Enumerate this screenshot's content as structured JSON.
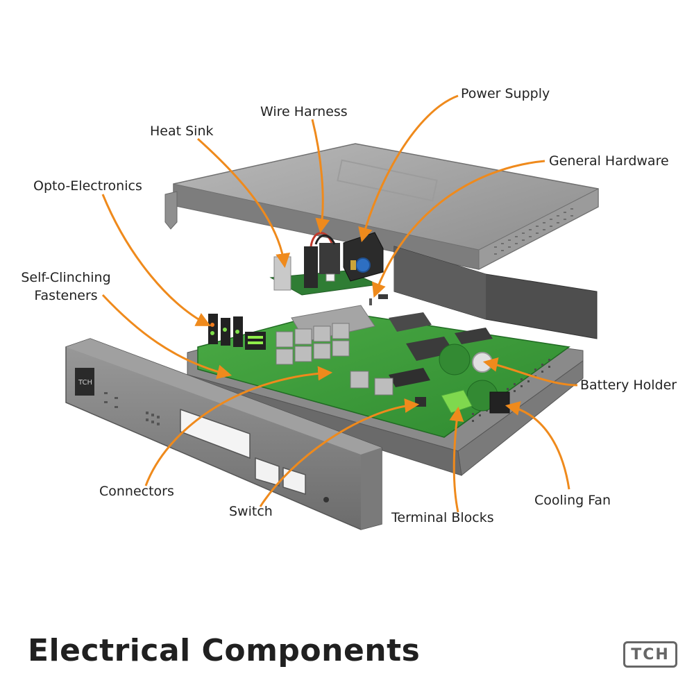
{
  "title": "Electrical Components",
  "logo_text": "TCH",
  "colors": {
    "arrow": "#ef8a1c",
    "chassis": "#8e8e8e",
    "pcb": "#3c9a3a",
    "label": "#222222",
    "title": "#202020"
  },
  "labels": {
    "power_supply": "Power Supply",
    "wire_harness": "Wire Harness",
    "heat_sink": "Heat Sink",
    "general_hardware": "General Hardware",
    "opto_electronics": "Opto-Electronics",
    "self_clinching_1": "Self-Clinching",
    "self_clinching_2": "Fasteners",
    "battery_holder": "Battery Holder",
    "connectors": "Connectors",
    "switch": "Switch",
    "terminal_blocks": "Terminal Blocks",
    "cooling_fan": "Cooling Fan"
  },
  "device": {
    "front_panel_logo": "TCH"
  }
}
